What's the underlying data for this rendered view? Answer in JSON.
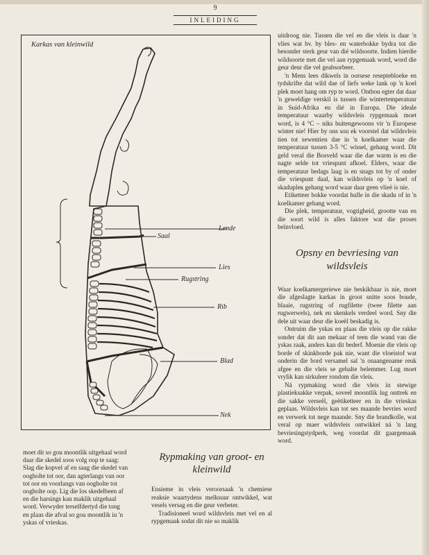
{
  "header": {
    "page_number": "9",
    "running_title": "INLEIDING"
  },
  "figure": {
    "title": "Karkas van kleinwild",
    "labels": {
      "lende": "Lende",
      "saal": "Saal",
      "lies": "Lies",
      "rugstring": "Rugstring",
      "rib": "Rib",
      "blad": "Blad",
      "nek": "Nek"
    }
  },
  "left_column": {
    "lines": [
      "moet dit so gou moontlik uitgehaal word",
      "daar die skedel soos volg oop te saag:",
      "Slag die kopvel af en saag die skedel van",
      "oogholte tot oor, dan agterlangs van oor",
      "tot oor en voorlangs van oogholte tot",
      "oogholte oop. Lig die los skedelbeen af",
      "en die harsings kan maklik uitgehaal",
      "word. Verwyder terselfdertyd die tong",
      "en plaas die afval so gou moontlik in 'n",
      "yskas of vrieskas."
    ]
  },
  "middle_column": {
    "heading": "Rypmaking van groot- en kleinwild",
    "paragraphs": [
      "Ensieme in vleis veroorsaak 'n chemiese reaksie waartydens melksuur ontwikkel, wat vesels versag en die geur verbeter.",
      "Tradisioneel word wildsvleis met vel en al rypgemaak sodat dit nie so maklik"
    ]
  },
  "right_column": {
    "paragraphs_top": [
      "uitdroog nie. Tussen die vel en die vleis is daar 'n vlies wat bv. by bles- en waterbokke bydra tot die besonder sterk geur van dié wildsoorte. Indien hierdie wildsoorte met die vel aan rypgemaak word, word die geur deur die vel geabsorbeer.",
      "'n Mens lees dikwels in oorsese reseptebloeke en tydskrifte dat wild dae of liefs weke lank op 'n koel plek moet hang om ryp te word. Onthou egter dat daar 'n geweldige verskil is tussen die wintertemperatuur in Suid-Afrika en dié in Europa. Die ideale temperatuur waarby wildsvleis rypgemaak moet word, is 4 °C – niks buitengewoons vir 'n Europese winter nie! Hier by ons sou ek voorstel dat wildsvleis tien tot sewentien dae in 'n koelkamer waar die temperatuur tussen 3-5 °C wissel, gehang word. Dit geld veral die Bosveld waar die dae warm is en die nagte selde tot vriespunt afkoel. Elders, waar die temperatuur bedags laag is en snags tot by of onder die vriespunt daal, kan wildsvleis op 'n koel of skadupleк gehang word waar daar geen vlieë is nie.",
      "Etiketteer bokke voordat hulle in die skadu of in 'n koelkamer gehang word.",
      "Die plek, temperatuur, vogtigheid, grootte van en die soort wild is alles faktore wat die proses beïnvloed."
    ],
    "heading": "Opsny en bevriesing van wildsvleis",
    "paragraphs_bottom": [
      "Waar koelkamergeriewe nie beskikbaar is nie, moet die afgeslagte karkas in groot snitte soos boude, blaaie, rugstring of rugfilette (twee filette aan rugwerwels), nek en skenkels verdeel word. Sny die dele uit waar deur die koeël beskadig is.",
      "Ontruim die yskas en plaas die vleis op die rakke sonder dat dit aan mekaar of teen die wand van die yskas raak, anders kan dit bederf. Moenie die vleis op borde of skinkborde pak nie, want die vloeistof wat onderin die bord versamel sal 'n onaangename reuk afgee en die vleis se gehalte belemmer. Lug moet vrylik kan sirkuleer rondom die vleis.",
      "Ná rypmaking word die vleis in stewige plastieksakke verpak, soveel moontlik lug onttrek en die sakke verseël, geëtiketteer en in die vrieskas geplaas. Wildsvleis kan tot ses maande bevries word en verwerk tot nege maande. Sny die brandkolle, wat veral op maer wildsvleis ontwikkel ná 'n lang bevriesingstydperk, weg voordat dit gaargemaak word."
    ]
  }
}
